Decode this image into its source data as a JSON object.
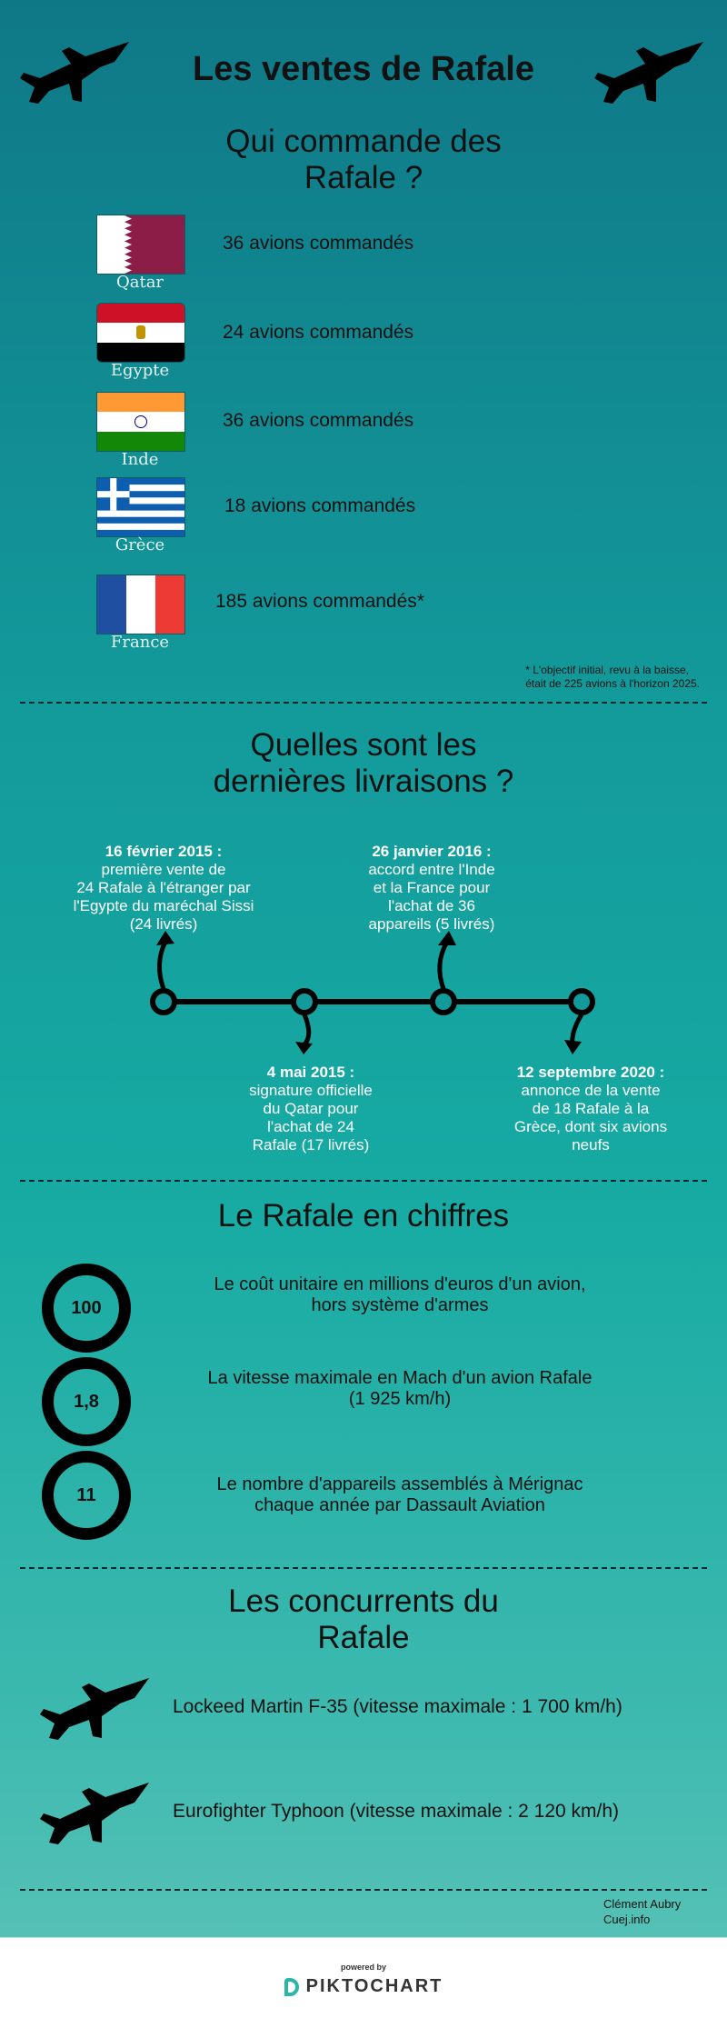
{
  "title": "Les ventes de Rafale",
  "section_orders": {
    "heading_line1": "Qui commande des",
    "heading_line2": "Rafale ?",
    "items": [
      {
        "country": "Qatar",
        "text": "36 avions commandés"
      },
      {
        "country": "Egypte",
        "text": "24 avions commandés"
      },
      {
        "country": "Inde",
        "text": "36 avions commandés"
      },
      {
        "country": "Grèce",
        "text": "18 avions commandés"
      },
      {
        "country": "France",
        "text": "185 avions commandés*"
      }
    ],
    "note_line1": "* L'objectif initial, revu à la baisse,",
    "note_line2": "était de 225 avions à l'horizon 2025."
  },
  "section_deliveries": {
    "heading_line1": "Quelles sont les",
    "heading_line2": "dernières livraisons ?",
    "events": [
      {
        "date": "16 février 2015 :",
        "lines": [
          "première vente de",
          "24 Rafale à l'étranger par",
          "l'Egypte du maréchal Sissi",
          "(24 livrés)"
        ]
      },
      {
        "date": "4 mai 2015 :",
        "lines": [
          "signature officielle",
          "du Qatar pour",
          "l'achat de 24",
          "Rafale (17 livrés)"
        ]
      },
      {
        "date": "26 janvier 2016 :",
        "lines": [
          "accord entre l'Inde",
          "et la France pour",
          "l'achat de 36",
          "appareils (5 livrés)"
        ]
      },
      {
        "date": "12 septembre 2020 :",
        "lines": [
          "annonce de la vente",
          "de 18 Rafale à la",
          "Grèce, dont six avions",
          "neufs"
        ]
      }
    ]
  },
  "section_figures": {
    "heading": "Le Rafale en chiffres",
    "stats": [
      {
        "value": "100",
        "line1": "Le coût unitaire en millions d'euros d'un avion,",
        "line2": "hors système d'armes"
      },
      {
        "value": "1,8",
        "line1": "La vitesse maximale en Mach d'un avion Rafale",
        "line2": "(1 925 km/h)"
      },
      {
        "value": "11",
        "line1": "Le nombre d'appareils assemblés à Mérignac",
        "line2": "chaque année par Dassault Aviation"
      }
    ]
  },
  "section_competitors": {
    "heading_line1": "Les concurrents du",
    "heading_line2": "Rafale",
    "items": [
      {
        "text": "Lockeed Martin F-35 (vitesse maximale : 1 700 km/h)"
      },
      {
        "text": "Eurofighter Typhoon (vitesse maximale : 2 120 km/h)"
      }
    ]
  },
  "credits": {
    "line1": "Clément Aubry",
    "line2": "Cuej.info"
  },
  "footer": {
    "powered_by": "powered by",
    "brand": "PIKTOCHART"
  },
  "colors": {
    "background_top": "#0f7887",
    "background_bottom": "#55c1b6",
    "text_dark": "#111111",
    "timeline_text": "#ffffff"
  },
  "icons": [
    "fighter-jet-icon",
    "flag-qatar",
    "flag-egypt",
    "flag-india",
    "flag-greece",
    "flag-france",
    "arrow-up-icon",
    "arrow-down-icon",
    "piktochart-logo"
  ]
}
